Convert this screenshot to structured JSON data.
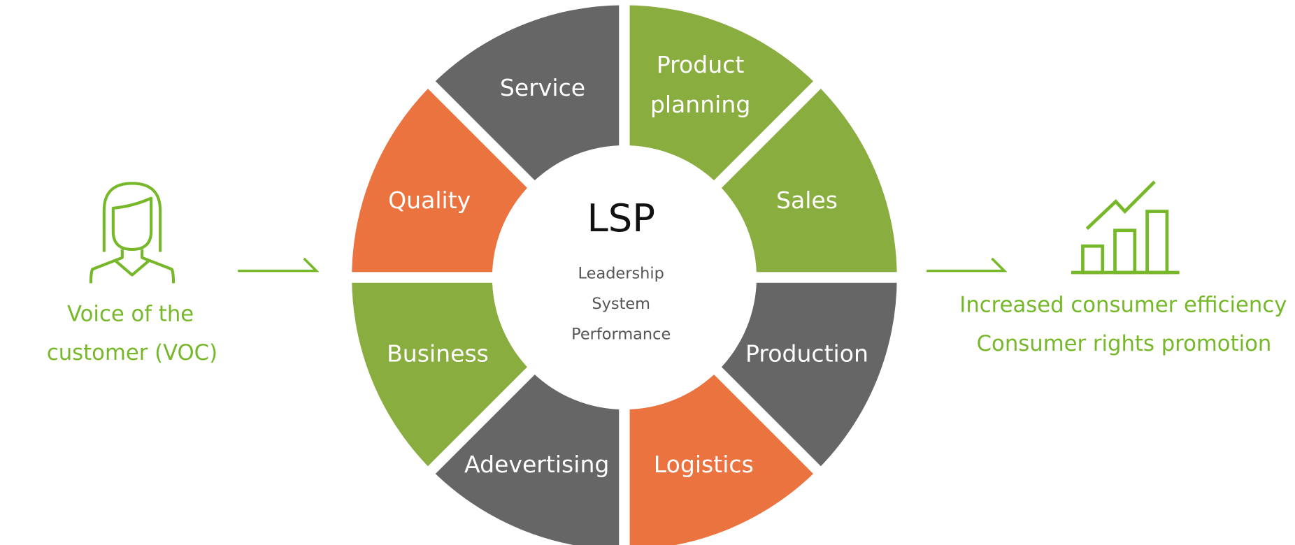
{
  "colors": {
    "green": "#8aad3f",
    "grey": "#666666",
    "orange": "#ea7340",
    "accent_text": "#76b82a"
  },
  "left": {
    "icon": "person-icon",
    "lines": [
      "Voice of the",
      "customer (VOC)"
    ]
  },
  "center": {
    "title": "LSP",
    "subtitle": [
      "Leadership",
      "System",
      "Performance"
    ]
  },
  "segments": [
    {
      "lines": [
        "Product",
        "planning"
      ],
      "color": "green"
    },
    {
      "lines": [
        "Sales"
      ],
      "color": "green"
    },
    {
      "lines": [
        "Production"
      ],
      "color": "grey"
    },
    {
      "lines": [
        "Logistics"
      ],
      "color": "orange"
    },
    {
      "lines": [
        "Adevertising"
      ],
      "color": "grey"
    },
    {
      "lines": [
        "Business"
      ],
      "color": "green"
    },
    {
      "lines": [
        "Quality"
      ],
      "color": "orange"
    },
    {
      "lines": [
        "Service"
      ],
      "color": "grey"
    }
  ],
  "right": {
    "icon": "growth-chart-icon",
    "lines": [
      "Increased consumer efficiency",
      "Consumer rights promotion"
    ]
  }
}
